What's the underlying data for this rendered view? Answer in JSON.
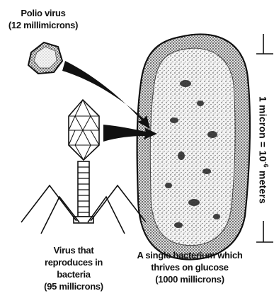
{
  "polio": {
    "line1": "Polio virus",
    "line2": "(12 millimicrons)"
  },
  "phage": {
    "line1": "Virus that",
    "line2": "reproduces in",
    "line3": "bacteria",
    "line4": "(95 millicrons)"
  },
  "bacterium": {
    "line1": "A single bacterium which",
    "line2": "thrives on glucose",
    "line3": "(1000 millicrons)"
  },
  "scale": {
    "lead": "1 micron  =  10",
    "exponent": "-6",
    "tail": " meters"
  }
}
